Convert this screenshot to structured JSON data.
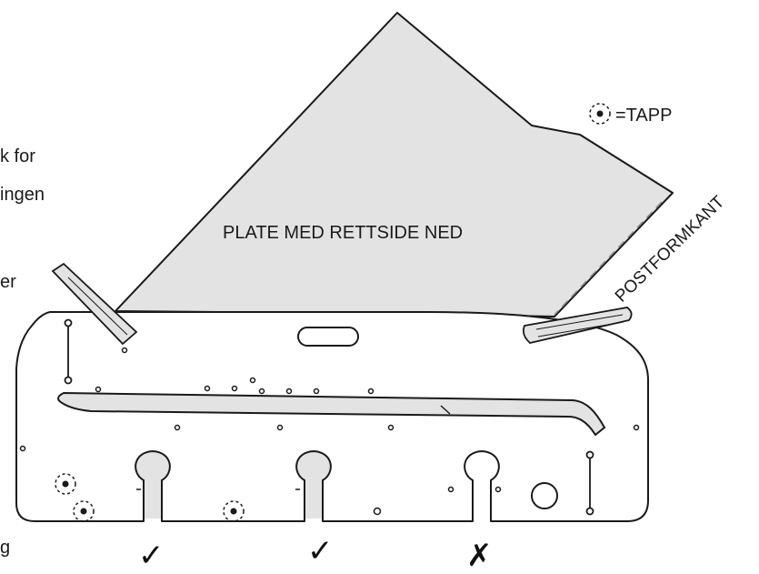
{
  "left_text_fragments": [
    "k for",
    "ingen",
    "er",
    "g"
  ],
  "legend": {
    "icon": "tapp-dotted-circle-icon",
    "text": "=TAPP"
  },
  "plate_label": "PLATE MED RETTSIDE NED",
  "edge_label": "POSTFORMKANT",
  "slot_marks": [
    {
      "icon": "check-mark-icon",
      "symbol": "✓"
    },
    {
      "icon": "check-mark-icon",
      "symbol": "✓"
    },
    {
      "icon": "cross-mark-icon",
      "symbol": "✗"
    }
  ],
  "colors": {
    "plate_fill": "#e3e3e3",
    "line": "#1a1a1a",
    "jig_fill": "#ffffff"
  }
}
